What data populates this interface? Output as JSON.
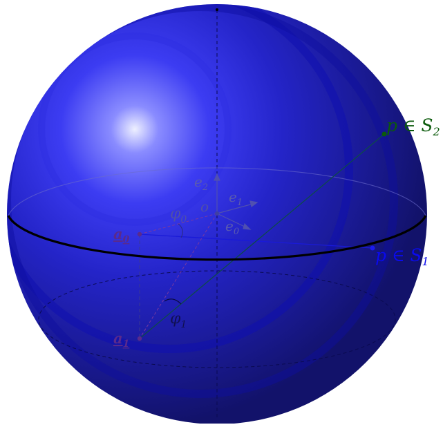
{
  "labels": {
    "e2": "e",
    "e2_sub": "2",
    "e1": "e",
    "e1_sub": "1",
    "e0": "e",
    "e0_sub": "0",
    "o": "o",
    "phi0": "φ",
    "phi0_sub": "0",
    "phi1": "φ",
    "phi1_sub": "1",
    "a0": "a",
    "a0_sub": "0",
    "a1": "a",
    "a1_sub": "1",
    "pS2": "p ∈ S",
    "pS2_sub": "2",
    "pS1": "p ∈ S",
    "pS1_sub": "1"
  },
  "colors": {
    "sphere_highlight": "#e8ecff",
    "sphere_mid": "#3a3af0",
    "sphere_dark": "#17177a",
    "equator": "#000000",
    "label_s1": "#0000ee",
    "label_s2": "#0b5a0b",
    "label_a": "#5a2a8c",
    "axis_label": "#4040a0"
  }
}
